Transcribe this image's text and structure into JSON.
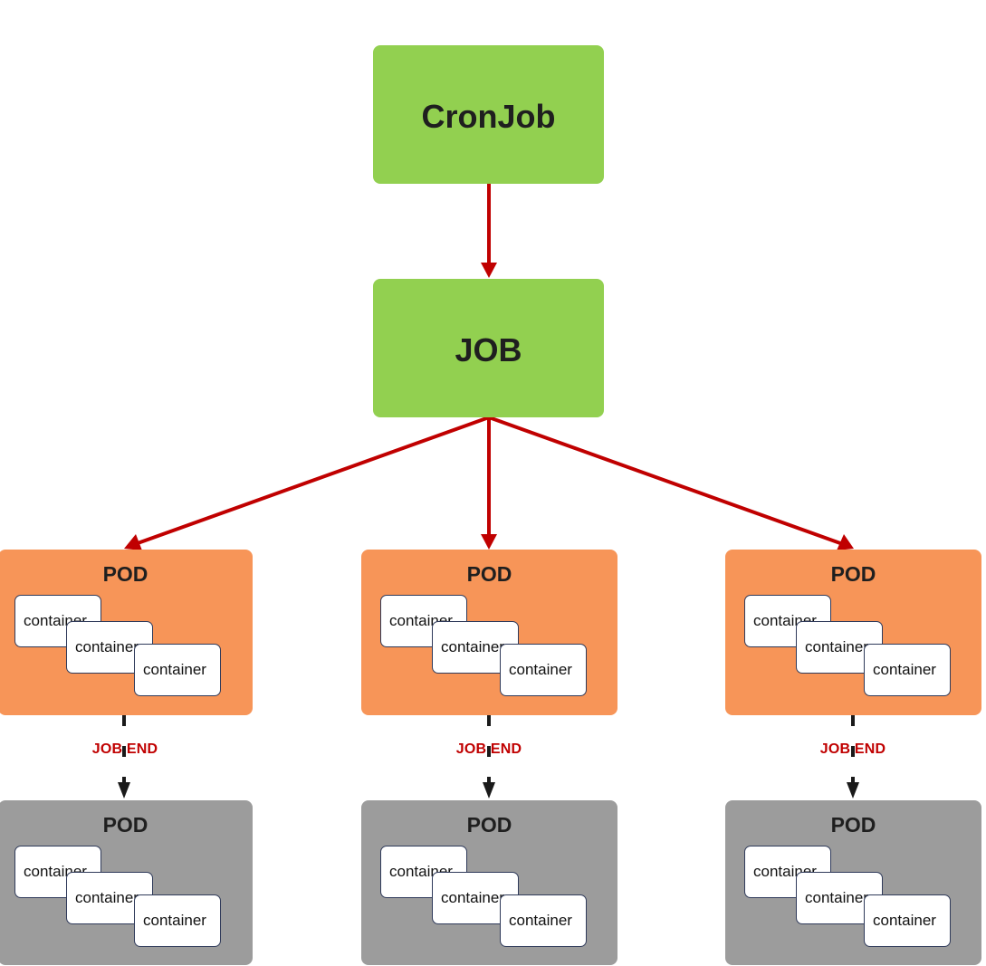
{
  "cronjob": {
    "label": "CronJob"
  },
  "job": {
    "label": "JOB"
  },
  "container_label": "container",
  "pods": [
    {
      "title": "POD",
      "containers": [
        "container",
        "container",
        "container"
      ]
    },
    {
      "title": "POD",
      "containers": [
        "container",
        "container",
        "container"
      ]
    },
    {
      "title": "POD",
      "containers": [
        "container",
        "container",
        "container"
      ]
    }
  ],
  "end_label": "JOB END",
  "ended_pods": [
    {
      "title": "POD",
      "containers": [
        "container",
        "container",
        "container"
      ]
    },
    {
      "title": "POD",
      "containers": [
        "container",
        "container",
        "container"
      ]
    },
    {
      "title": "POD",
      "containers": [
        "container",
        "container",
        "container"
      ]
    }
  ],
  "colors": {
    "cronjob": "#92d050",
    "job": "#92d050",
    "pod_active": "#f79558",
    "pod_ended": "#9c9c9c",
    "arrow_main": "#c00000",
    "arrow_end": "#1a1a1a",
    "end_label": "#c00000"
  }
}
